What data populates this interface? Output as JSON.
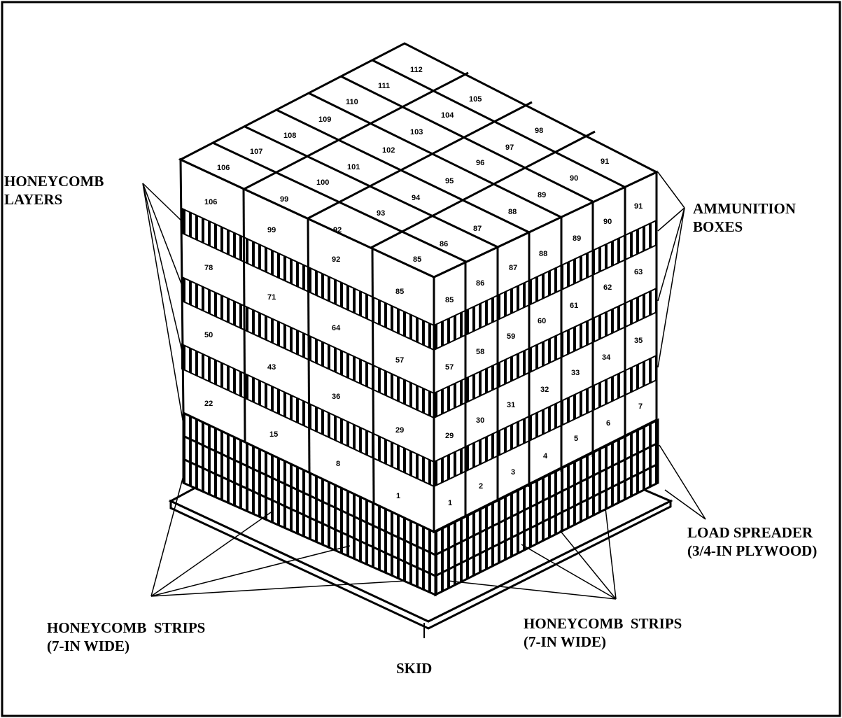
{
  "labels": {
    "honeycomb_layers": [
      "HONEYCOMB",
      "LAYERS"
    ],
    "ammunition_boxes": [
      "AMMUNITION",
      "BOXES"
    ],
    "load_spreader": [
      "LOAD SPREADER",
      "(3/4-IN PLYWOOD)"
    ],
    "honeycomb_strips_left": [
      "HONEYCOMB  STRIPS",
      "(7-IN WIDE)"
    ],
    "honeycomb_strips_right": [
      "HONEYCOMB  STRIPS",
      "(7-IN WIDE)"
    ],
    "skid": "SKID"
  },
  "box_numbers": {
    "front_face": [
      [
        "106",
        "99",
        "92",
        "85"
      ],
      [
        "78",
        "71",
        "64",
        "57"
      ],
      [
        "50",
        "43",
        "36",
        "29"
      ],
      [
        "22",
        "15",
        "8",
        "1"
      ]
    ],
    "side_face": [
      [
        "85",
        "86",
        "87",
        "88",
        "89",
        "90",
        "91"
      ],
      [
        "57",
        "58",
        "59",
        "60",
        "61",
        "62",
        "63"
      ],
      [
        "29",
        "30",
        "31",
        "32",
        "33",
        "34",
        "35"
      ],
      [
        "1",
        "2",
        "3",
        "4",
        "5",
        "6",
        "7"
      ]
    ],
    "top_face": [
      [
        "106",
        "107",
        "108",
        "109",
        "110",
        "111",
        "112"
      ],
      [
        "99",
        "100",
        "101",
        "102",
        "103",
        "104",
        "105"
      ],
      [
        "92",
        "93",
        "94",
        "95",
        "96",
        "97",
        "98"
      ],
      [
        "85",
        "86",
        "87",
        "88",
        "89",
        "90",
        "91"
      ]
    ]
  }
}
